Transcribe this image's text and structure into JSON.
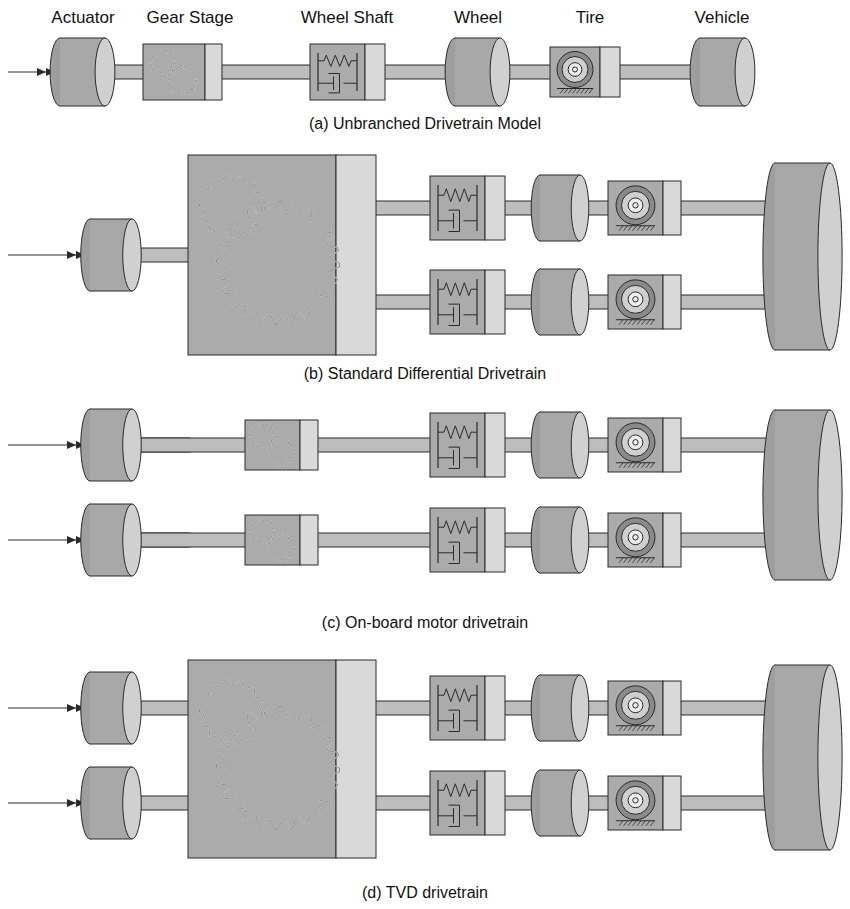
{
  "diagram": {
    "labels": [
      "Actuator",
      "Gear Stage",
      "Wheel Shaft",
      "Wheel",
      "Tire",
      "Vehicle",
      "(a) Unbranched Drivetrain Model",
      "(b) Standard Differential Drivetrain",
      "(c) On-board motor drivetrain",
      "(d) TVD drivetrain"
    ]
  }
}
